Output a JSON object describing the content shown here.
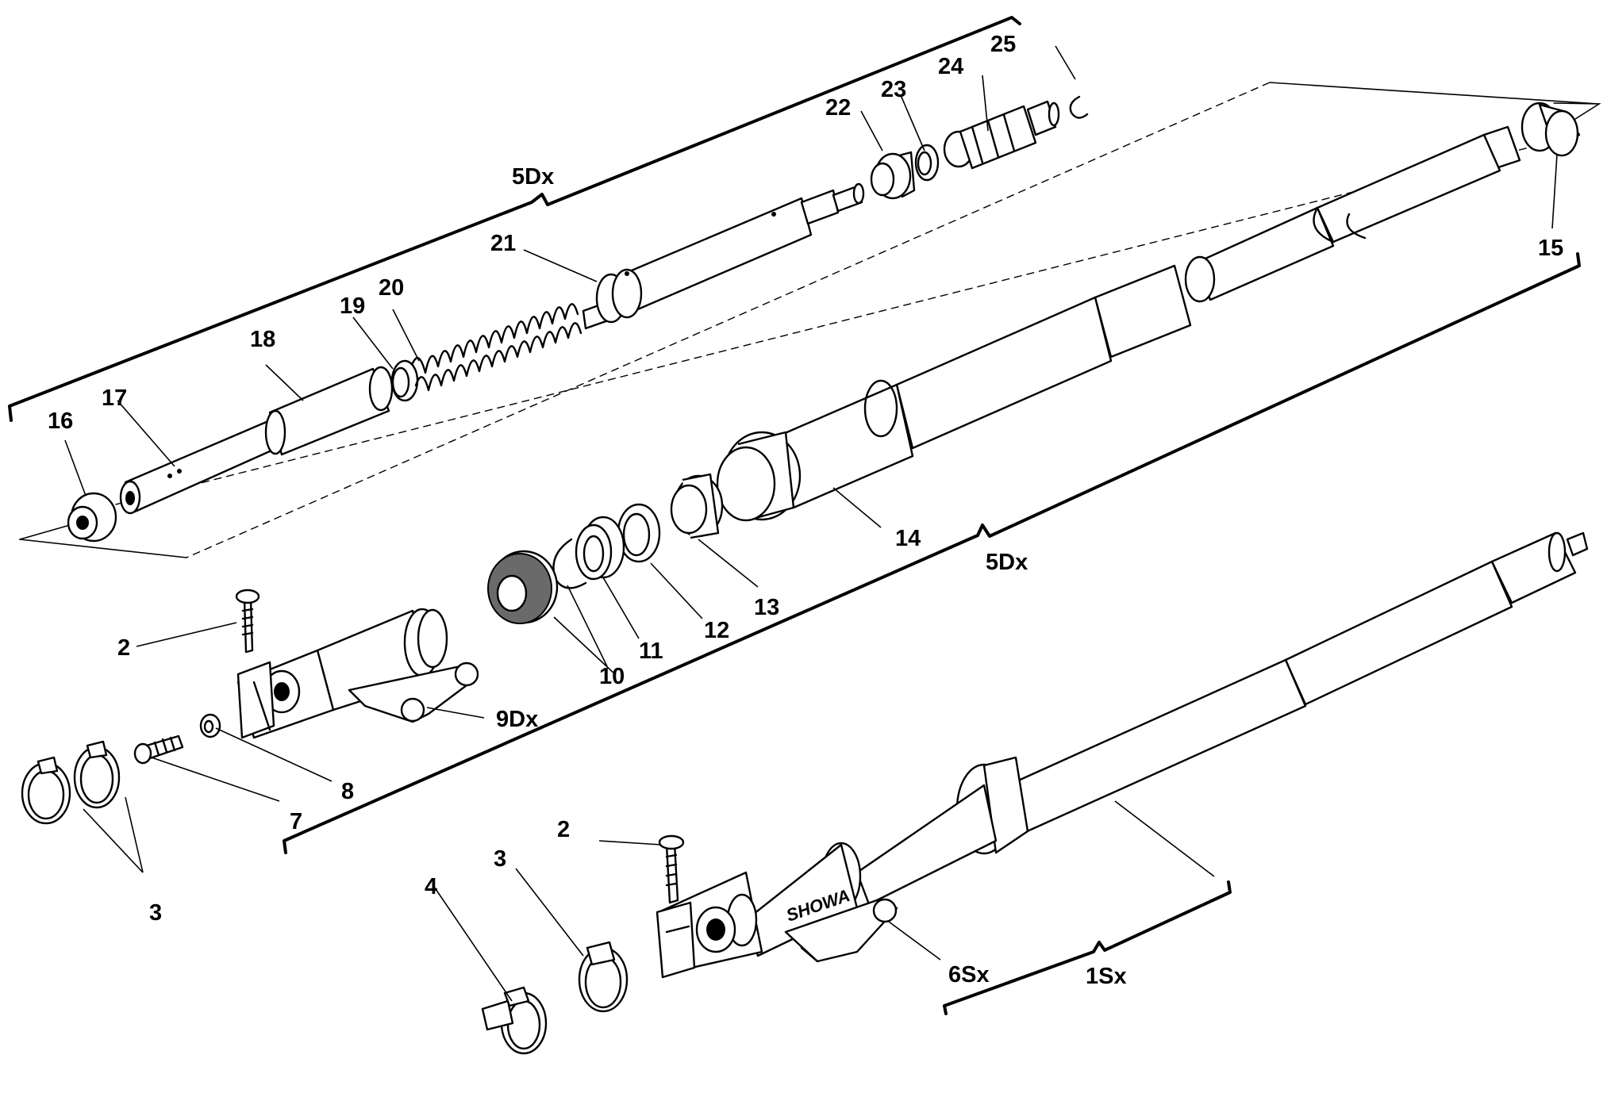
{
  "diagram": {
    "brand_mark": "SHOWA",
    "callouts": {
      "c1sx": "1Sx",
      "c2a": "2",
      "c2b": "2",
      "c3a": "3",
      "c3b": "3",
      "c4": "4",
      "c5dx_top": "5Dx",
      "c5dx_mid": "5Dx",
      "c6sx": "6Sx",
      "c7": "7",
      "c8": "8",
      "c9dx": "9Dx",
      "c10": "10",
      "c11": "11",
      "c12": "12",
      "c13": "13",
      "c14": "14",
      "c15": "15",
      "c16": "16",
      "c17": "17",
      "c18": "18",
      "c19": "19",
      "c20": "20",
      "c21": "21",
      "c22": "22",
      "c23": "23",
      "c24": "24",
      "c25": "25"
    }
  }
}
